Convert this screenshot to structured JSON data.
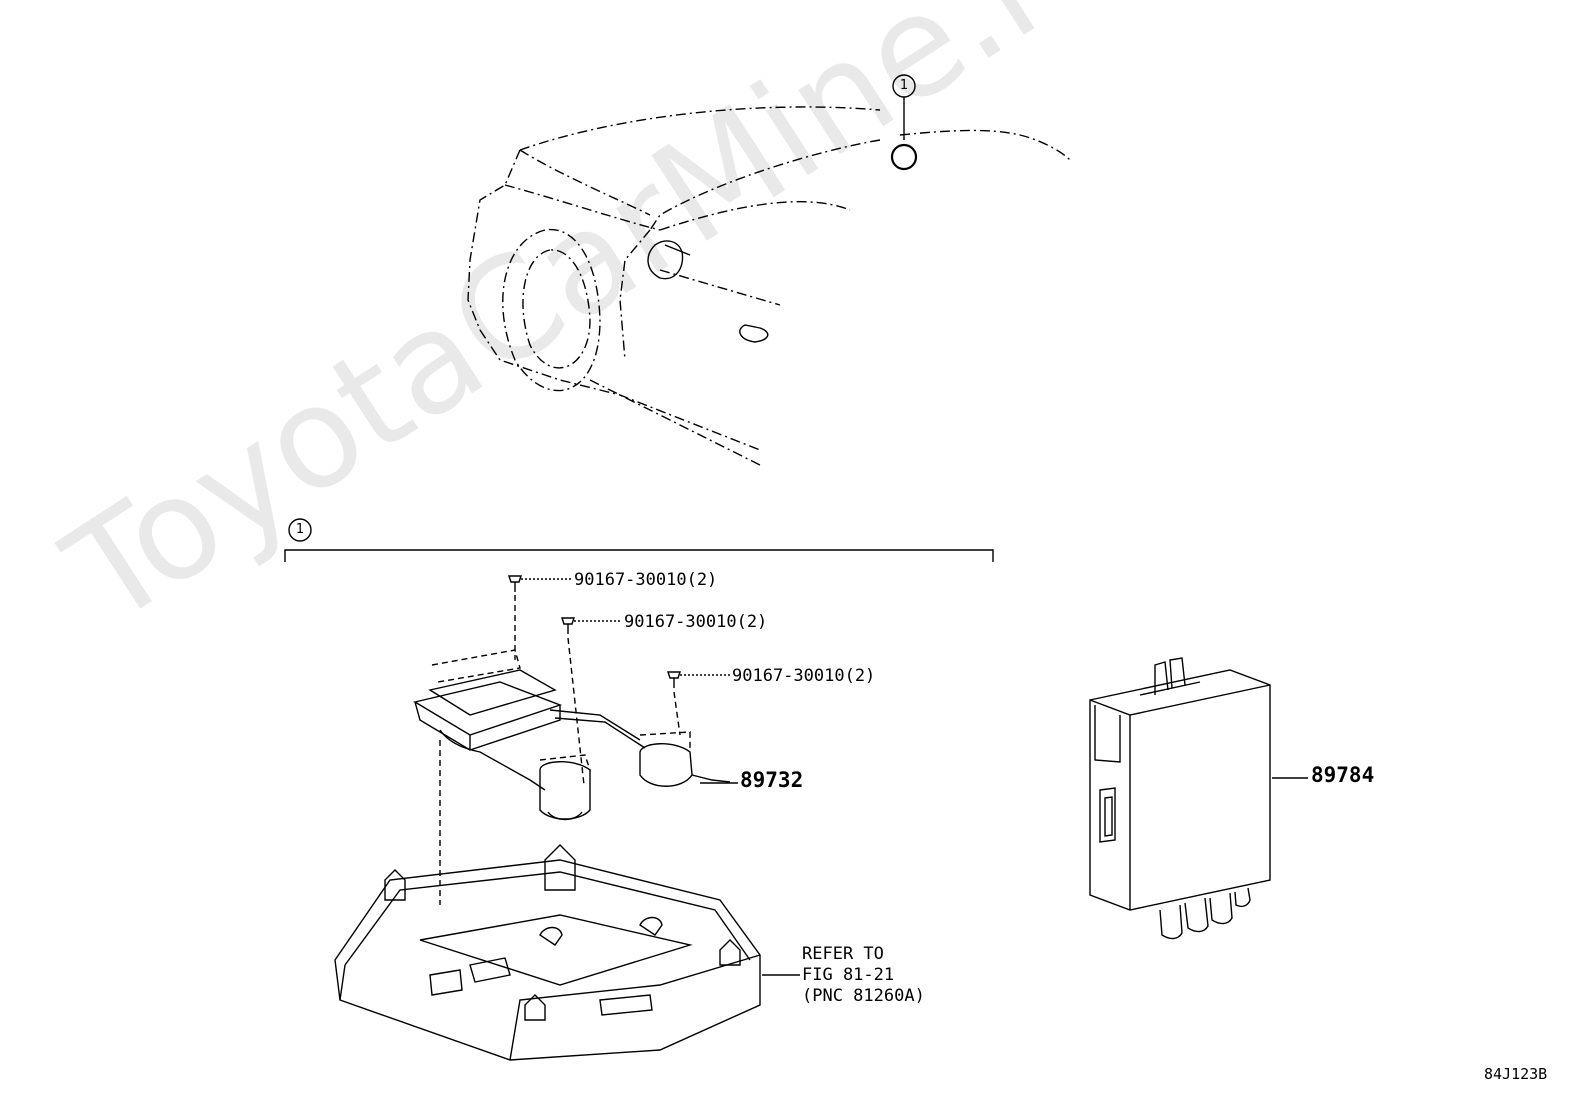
{
  "watermark": "ToyotaCarMine.ru",
  "callouts": {
    "top": "1",
    "group": "1"
  },
  "labels": {
    "screw_1": "90167-30010(2)",
    "screw_2": "90167-30010(2)",
    "screw_3": "90167-30010(2)",
    "part_89732": "89732",
    "part_89784": "89784",
    "refer_line1": "REFER TO",
    "refer_line2": "FIG 81-21",
    "refer_line3": "(PNC 81260A)",
    "figure_code": "84J123B"
  }
}
